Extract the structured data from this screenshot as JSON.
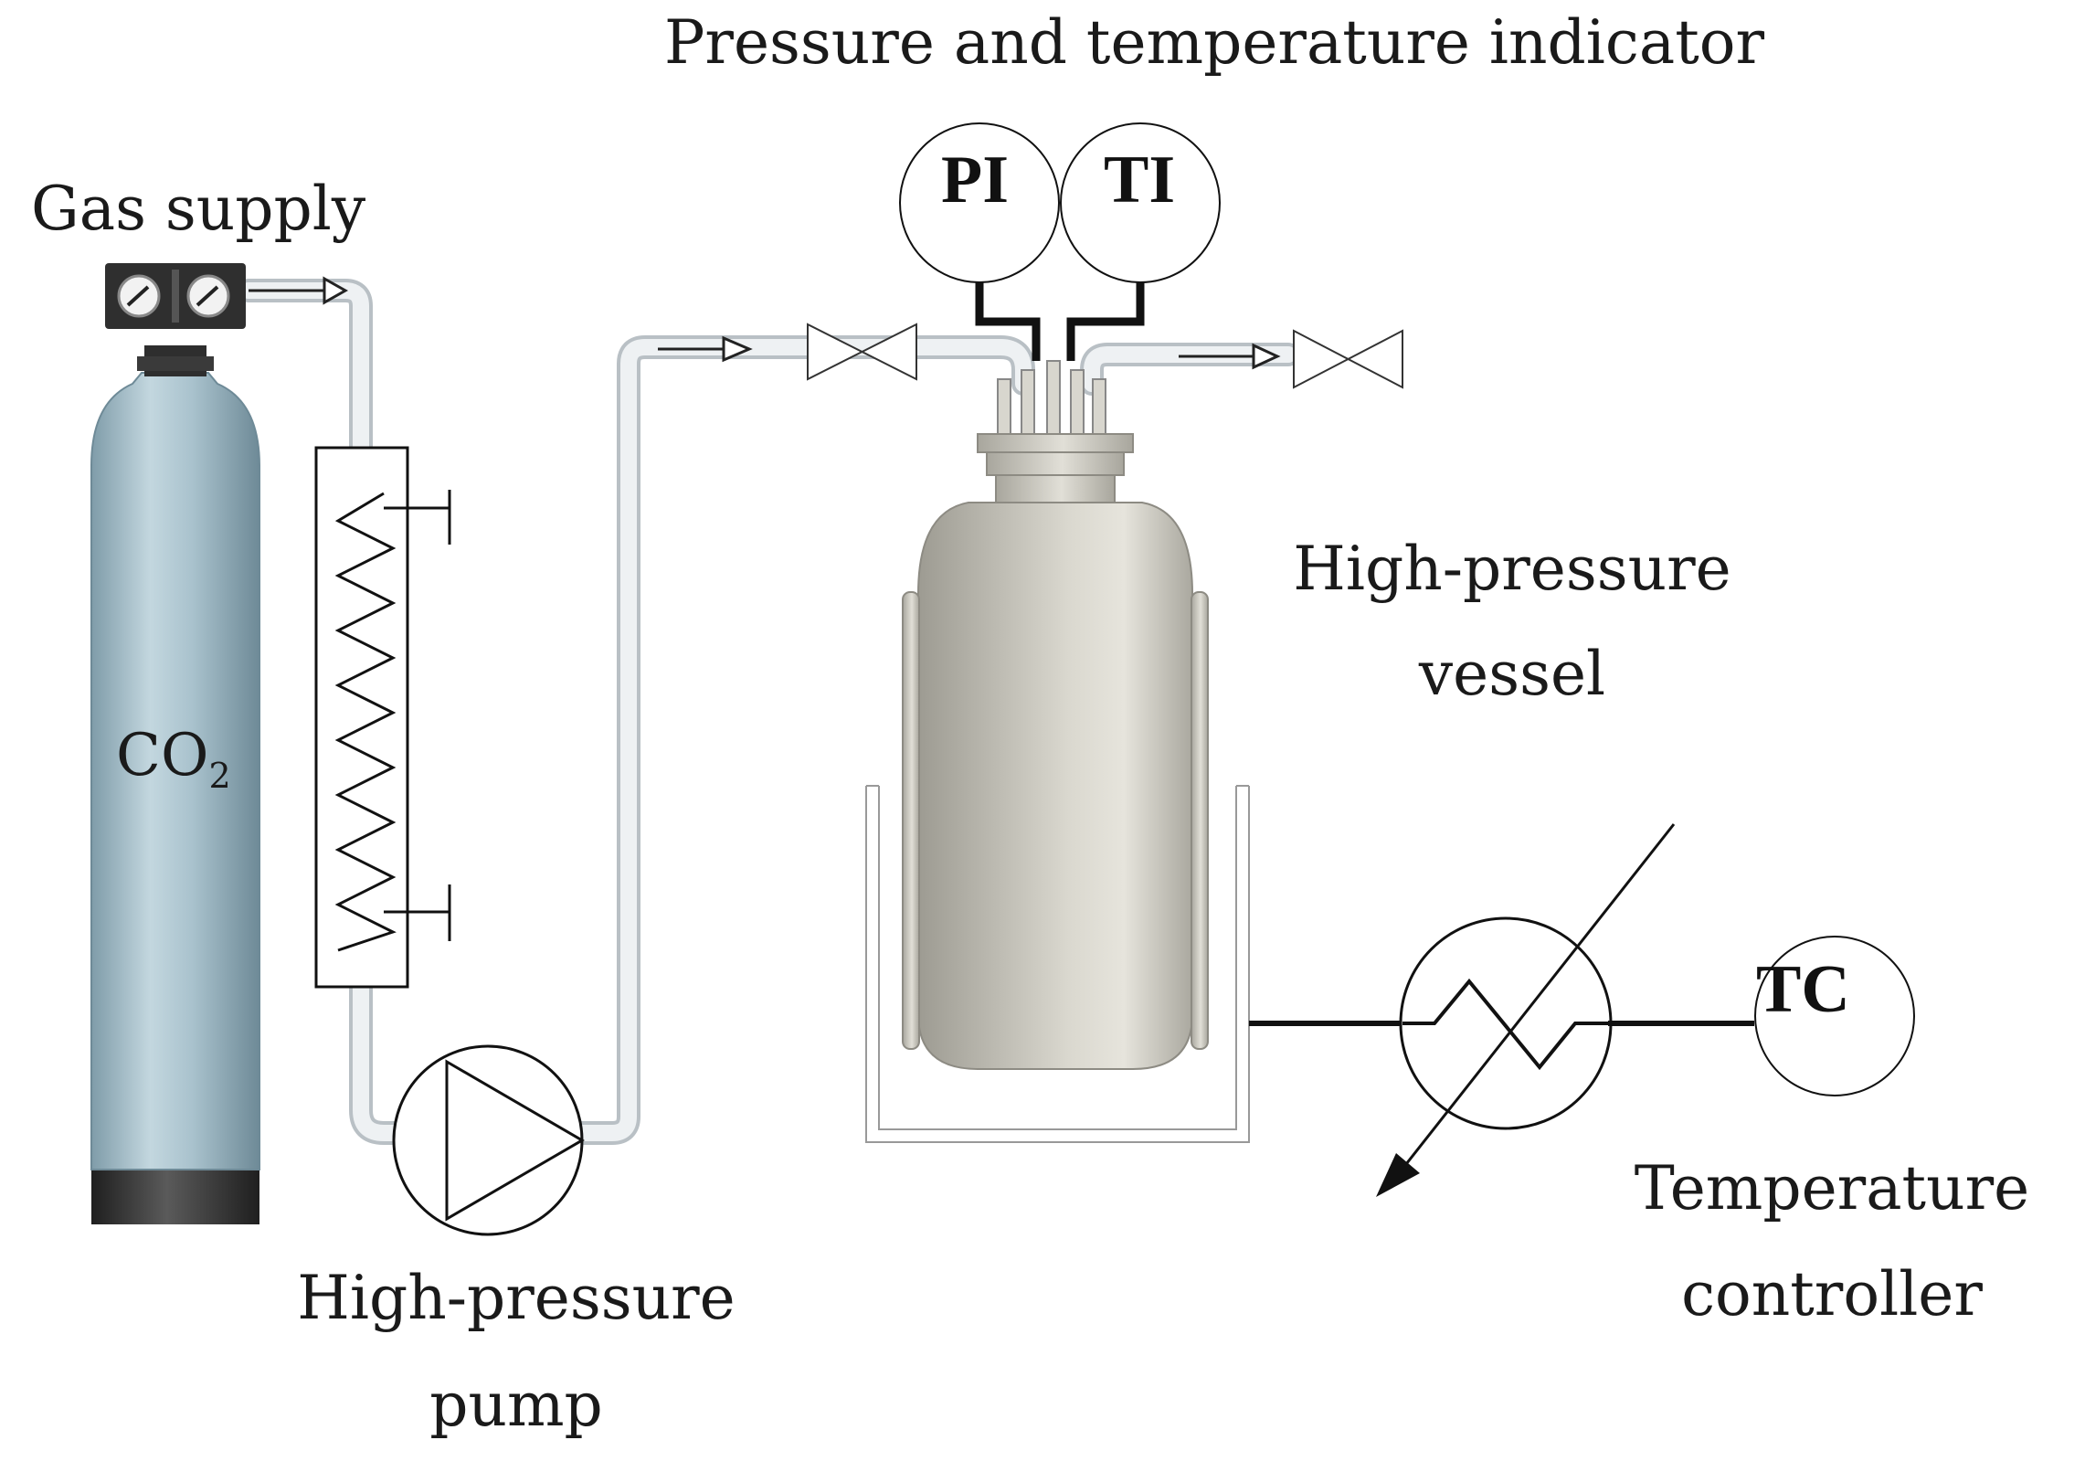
{
  "labels": {
    "pt_indicator": "Pressure and temperature indicator",
    "gas_supply": "Gas supply",
    "co2_main": "CO",
    "co2_sub": "2",
    "pi": "PI",
    "ti": "TI",
    "vessel_line1": "High-pressure",
    "vessel_line2": "vessel",
    "pump_line1": "High-pressure",
    "pump_line2": "pump",
    "tc": "TC",
    "controller_line1": "Temperature",
    "controller_line2": "controller"
  },
  "colors": {
    "cylinder": "#9fbac6",
    "cylinder_base": "#2f2f2f",
    "regulator": "#333333",
    "vessel": "#c8c6bd",
    "tube": "#e4e8eb",
    "line": "#111111"
  }
}
